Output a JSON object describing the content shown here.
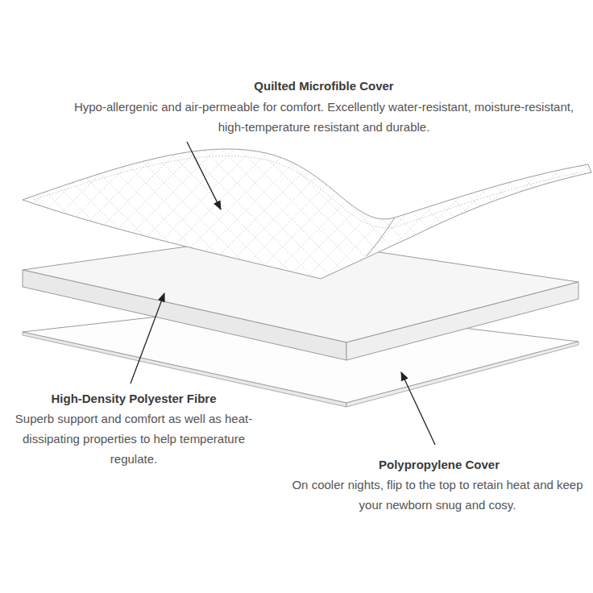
{
  "diagram": {
    "labels": [
      "Quilted Microfible Cover",
      "Hypo-allergenic and air-permeable for comfort. Excellently water-resistant, moisture-resistant, high-temperature resistant and durable.",
      "High-Density Polyester Fibre",
      "Superb support and comfort as well as heat-dissipating properties to help temperature regulate.",
      "Polypropylene Cover",
      "On cooler nights, flip to the top to retain heat and keep your newborn snug and cosy."
    ]
  }
}
